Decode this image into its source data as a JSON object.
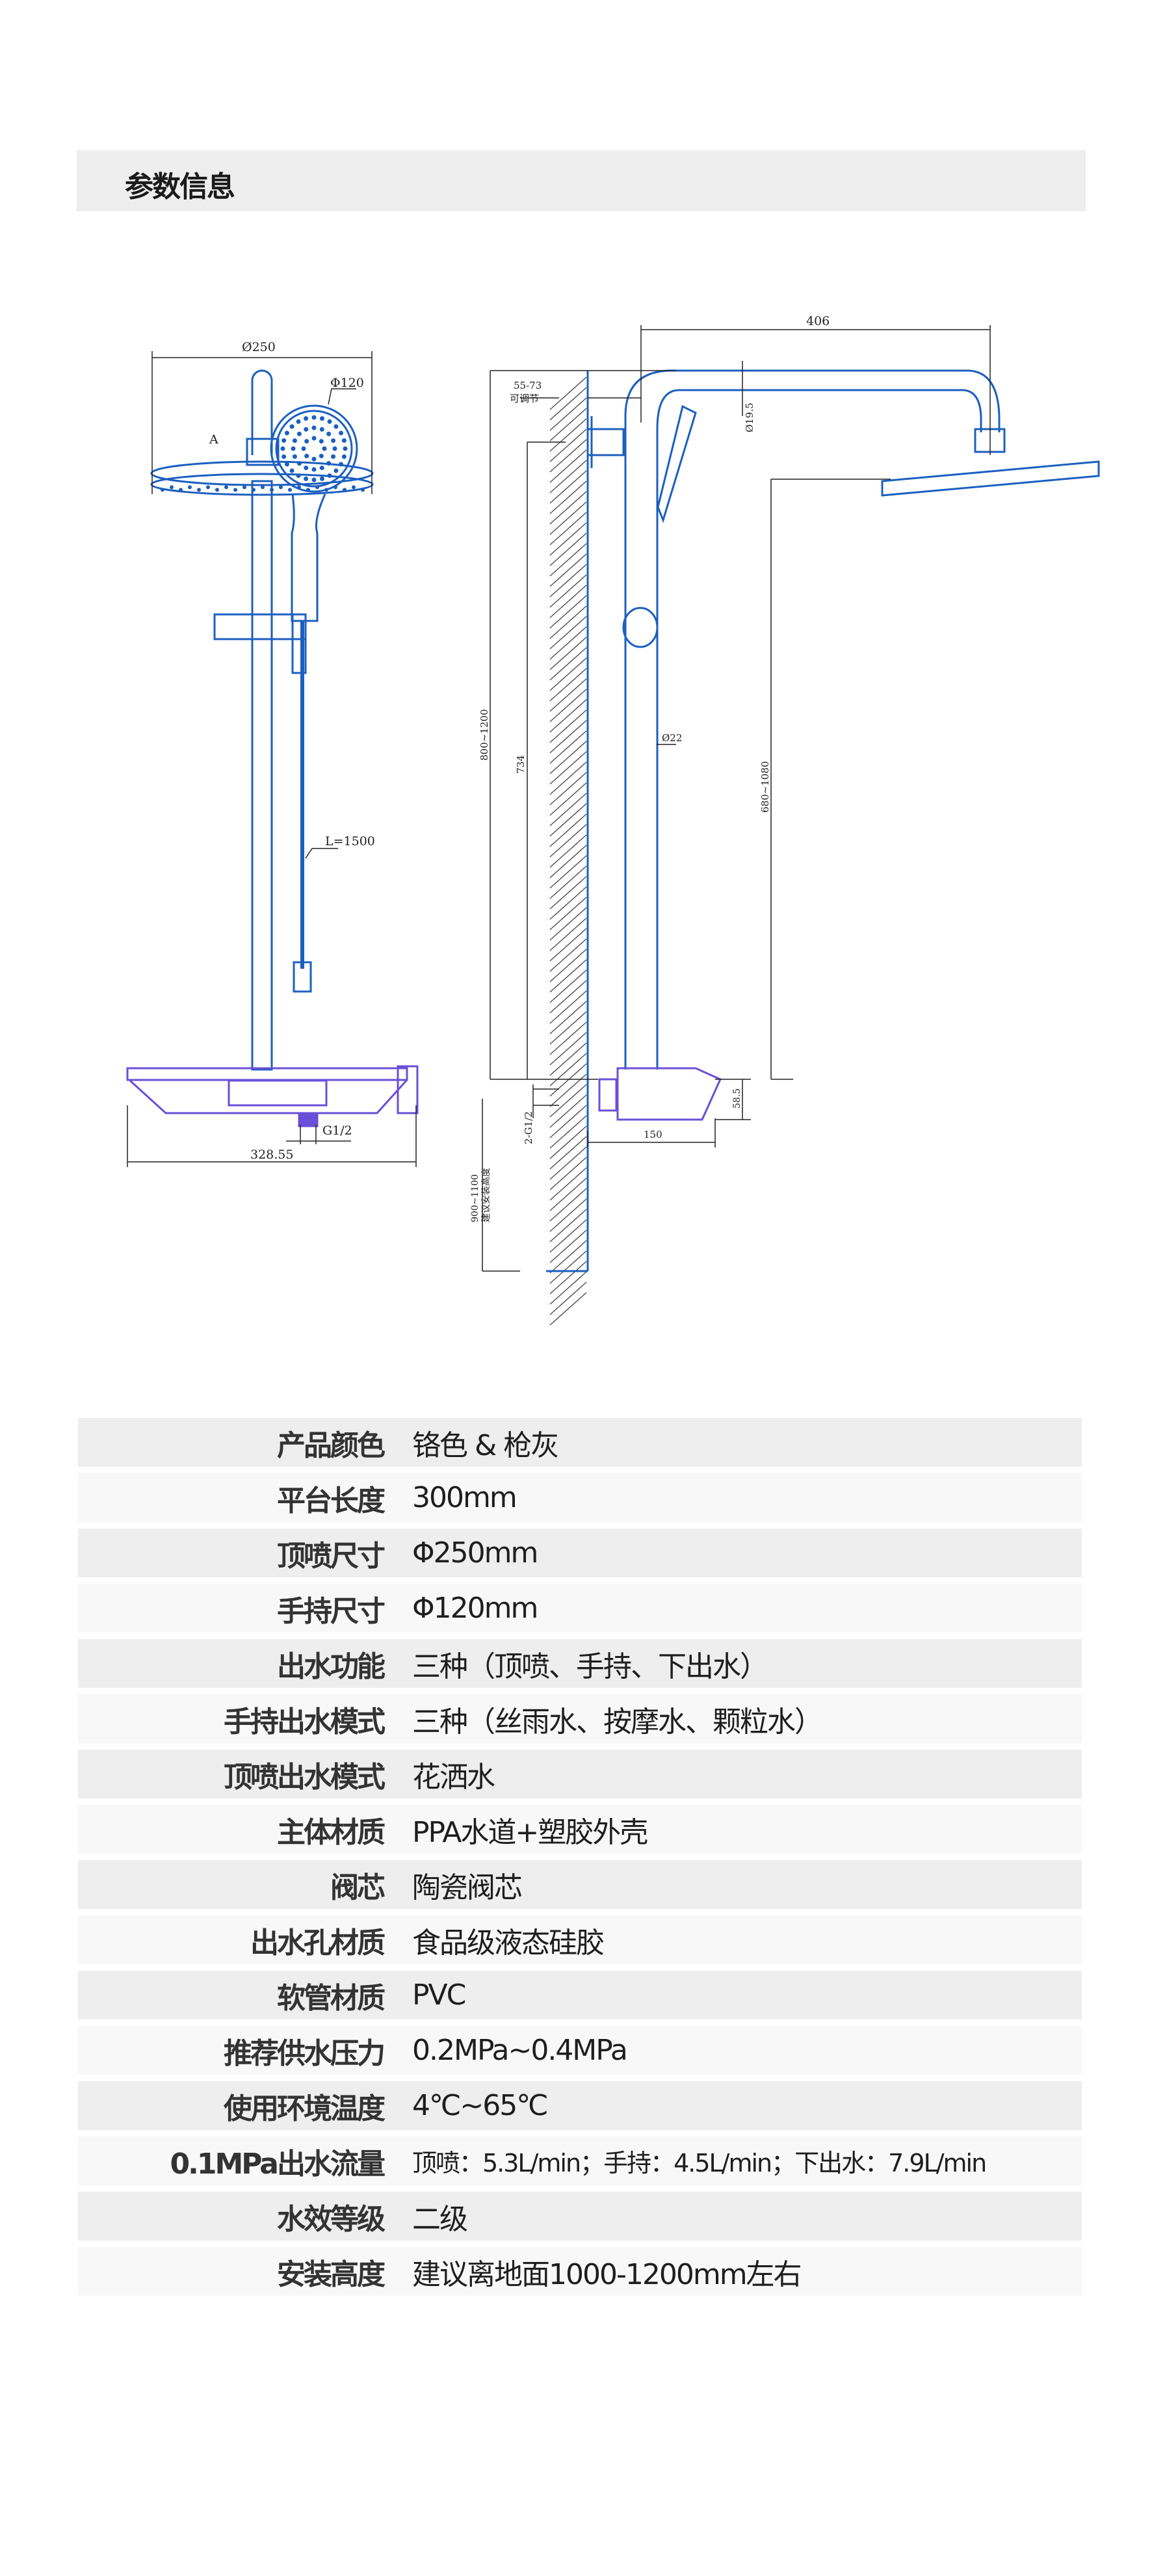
{
  "header": {
    "title": "参数信息"
  },
  "diagram": {
    "front": {
      "top_diameter": "Ø250",
      "hand_diameter": "Φ120",
      "marker_a": "A",
      "hose_length": "L=1500",
      "inlet": "G1/2",
      "bar_width": "328.55"
    },
    "side": {
      "arm_length": "406",
      "adjust_range": "55-73",
      "adjust_note": "可调节",
      "arm_diameter": "Ø19.5",
      "riser_diameter": "Ø22",
      "total_height": "800~1200",
      "bracket_height": "734",
      "head_height": "680~1080",
      "inlet_thread": "2-G1/2",
      "bar_depth": "150",
      "bar_height": "58.5",
      "install_height": "900~1100",
      "install_note": "建议安装高度"
    },
    "colors": {
      "line": "#1c5fc0",
      "bar": "#6a4fd8",
      "dim": "#222222"
    }
  },
  "specs": [
    {
      "label": "产品颜色",
      "value": "铬色 & 枪灰"
    },
    {
      "label": "平台长度",
      "value": "300mm"
    },
    {
      "label": "顶喷尺寸",
      "value": "Φ250mm"
    },
    {
      "label": "手持尺寸",
      "value": "Φ120mm"
    },
    {
      "label": "出水功能",
      "value": "三种（顶喷、手持、下出水）"
    },
    {
      "label": "手持出水模式",
      "value": "三种（丝雨水、按摩水、颗粒水）"
    },
    {
      "label": "顶喷出水模式",
      "value": "花洒水"
    },
    {
      "label": "主体材质",
      "value": "PPA水道+塑胶外壳"
    },
    {
      "label": "阀芯",
      "value": "陶瓷阀芯"
    },
    {
      "label": "出水孔材质",
      "value": "食品级液态硅胶"
    },
    {
      "label": "软管材质",
      "value": "PVC"
    },
    {
      "label": "推荐供水压力",
      "value": "0.2MPa~0.4MPa"
    },
    {
      "label": "使用环境温度",
      "value": "4℃~65℃"
    },
    {
      "label": "0.1MPa出水流量",
      "value": "顶喷：5.3L/min；手持：4.5L/min；下出水：7.9L/min"
    },
    {
      "label": "水效等级",
      "value": "二级"
    },
    {
      "label": "安装高度",
      "value": "建议离地面1000-1200mm左右"
    }
  ]
}
